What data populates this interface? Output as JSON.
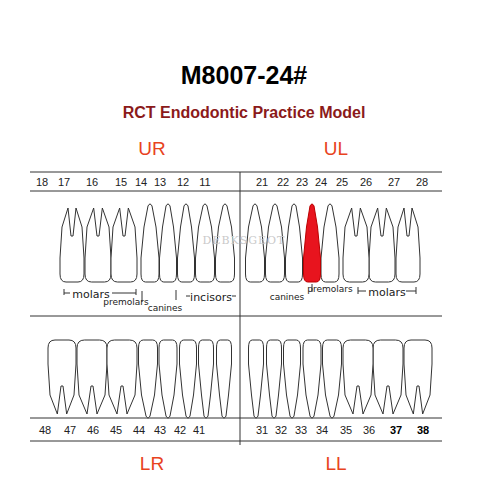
{
  "diagram": {
    "title": "M8007-24#",
    "labels": [
      "RCT Endodontic Practice Model",
      "UR",
      "UL",
      "18",
      "17",
      "16",
      "15",
      "14",
      "13",
      "12",
      "11",
      "21",
      "22",
      "23",
      "24",
      "25",
      "26",
      "27",
      "28",
      "molars",
      "premolars",
      "canines",
      "incisors",
      "canines",
      "premolars",
      "molars",
      "DEBKSGEOT",
      "48",
      "47",
      "46",
      "45",
      "44",
      "43",
      "42",
      "41",
      "31",
      "32",
      "33",
      "34",
      "35",
      "36",
      "37",
      "38",
      "LR",
      "LL"
    ]
  }
}
